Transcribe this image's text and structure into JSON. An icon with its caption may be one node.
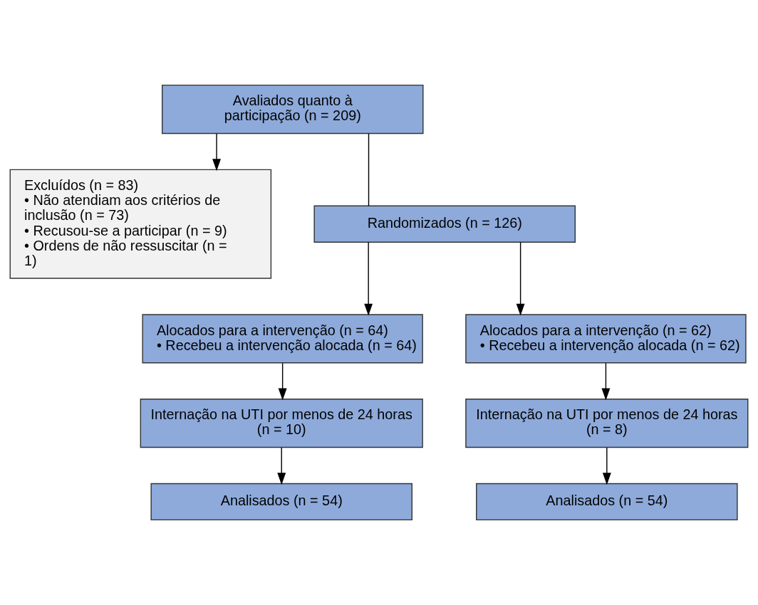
{
  "diagram": {
    "nodes": [
      {
        "text": [
          "Avaliados quanto à participação (n = 209)"
        ]
      },
      {
        "text": [
          "Excluídos (n = 83)",
          "• Não atendiam aos critérios de inclusão (n = 73)",
          "• Recusou-se a participar (n = 9)",
          "• Ordens de não ressuscitar (n = 1)"
        ]
      },
      {
        "text": [
          "Randomizados (n = 126)"
        ]
      },
      {
        "text": [
          "Alocados para a intervenção (n = 64)",
          "• Recebeu a intervenção alocada (n = 64)"
        ]
      },
      {
        "text": [
          "Alocados para a intervenção (n = 62)",
          "• Recebeu a intervenção alocada (n = 62)"
        ]
      },
      {
        "text": [
          "Internação na UTI por menos de 24 horas (n = 10)"
        ]
      },
      {
        "text": [
          "Internação na UTI por menos de 24 horas (n = 8)"
        ]
      },
      {
        "text": [
          "Analisados (n = 54)"
        ]
      },
      {
        "text": [
          "Analisados (n = 54)"
        ]
      }
    ],
    "edges": [
      {
        "from": 0,
        "to": 1,
        "arrow": "to"
      },
      {
        "from": 0,
        "to": 2,
        "arrow": "none"
      },
      {
        "from": 2,
        "to": 3,
        "arrow": "to"
      },
      {
        "from": 2,
        "to": 4,
        "arrow": "to"
      },
      {
        "from": 3,
        "to": 5,
        "arrow": "to"
      },
      {
        "from": 4,
        "to": 6,
        "arrow": "to"
      },
      {
        "from": 5,
        "to": 7,
        "arrow": "to"
      },
      {
        "from": 6,
        "to": 8,
        "arrow": "to"
      }
    ]
  }
}
